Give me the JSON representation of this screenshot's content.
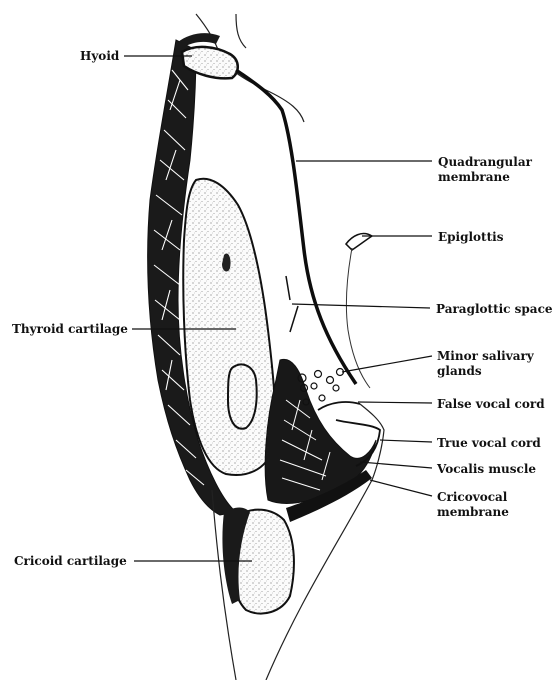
{
  "labels": {
    "hyoid": "Hyoid",
    "quadrangular_membrane": "Quadrangular membrane",
    "epiglottis": "Epiglottis",
    "thyroid_cartilage": "Thyroid cartilage",
    "paraglottic_space": "Paraglottic space",
    "minor_salivary_glands": "Minor salivary glands",
    "false_vocal_cord": "False vocal cord",
    "true_vocal_cord": "True vocal cord",
    "vocalis_muscle": "Vocalis muscle",
    "cricovocal_membrane": "Cricovocal membrane",
    "cricoid_cartilage": "Cricoid cartilage"
  },
  "colors": {
    "ink": "#111111",
    "paper": "#ffffff",
    "stipple": "#8a8a8a"
  }
}
